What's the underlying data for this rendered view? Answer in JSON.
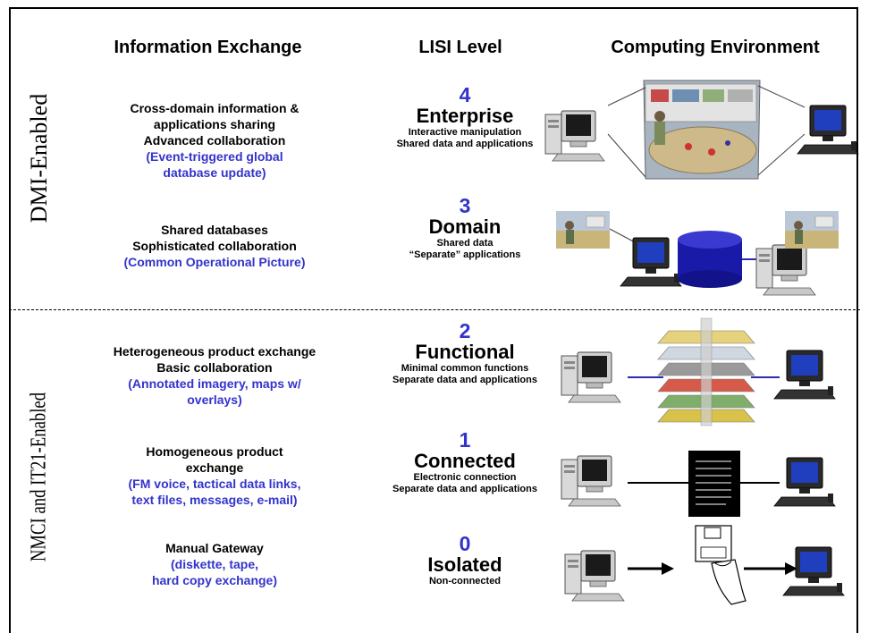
{
  "side_labels": {
    "top": "DMI-Enabled",
    "bottom": "NMCI and IT21-Enabled"
  },
  "headers": {
    "info": "Information Exchange",
    "lisi": "LISI Level",
    "env": "Computing Environment"
  },
  "rows": [
    {
      "info": [
        "Cross-domain information &",
        "applications sharing",
        "Advanced collaboration"
      ],
      "info_blue": [
        "(Event-triggered global",
        "database update)"
      ],
      "num": "4",
      "name": "Enterprise",
      "desc": [
        "Interactive manipulation",
        "Shared data and applications"
      ]
    },
    {
      "info": [
        "Shared databases",
        "Sophisticated collaboration"
      ],
      "info_blue": [
        "(Common Operational Picture)"
      ],
      "num": "3",
      "name": "Domain",
      "desc": [
        "Shared data",
        "“Separate” applications"
      ]
    },
    {
      "info": [
        "Heterogeneous product exchange",
        "Basic collaboration"
      ],
      "info_blue": [
        "(Annotated imagery, maps w/",
        "overlays)"
      ],
      "num": "2",
      "name": "Functional",
      "desc": [
        "Minimal common functions",
        "Separate data and applications"
      ]
    },
    {
      "info": [
        "Homogeneous product",
        "exchange"
      ],
      "info_blue": [
        "(FM voice, tactical data links,",
        "text files, messages, e-mail)"
      ],
      "num": "1",
      "name": "Connected",
      "desc": [
        "Electronic connection",
        "Separate data and applications"
      ]
    },
    {
      "info": [
        "Manual Gateway"
      ],
      "info_blue": [
        "(diskette, tape,",
        "hard copy exchange)"
      ],
      "num": "0",
      "name": "Isolated",
      "desc": [
        "Non-connected"
      ]
    }
  ],
  "colors": {
    "accent": "#3333cc",
    "db": "#1a1aa8",
    "screen": "#1f3fbf",
    "line": "#2b2bb0"
  },
  "icons": [
    "desktop-computer-icon",
    "database-cylinder-icon",
    "map-layers-icon",
    "document-icon",
    "diskette-in-hand-icon",
    "arrow-icon"
  ]
}
